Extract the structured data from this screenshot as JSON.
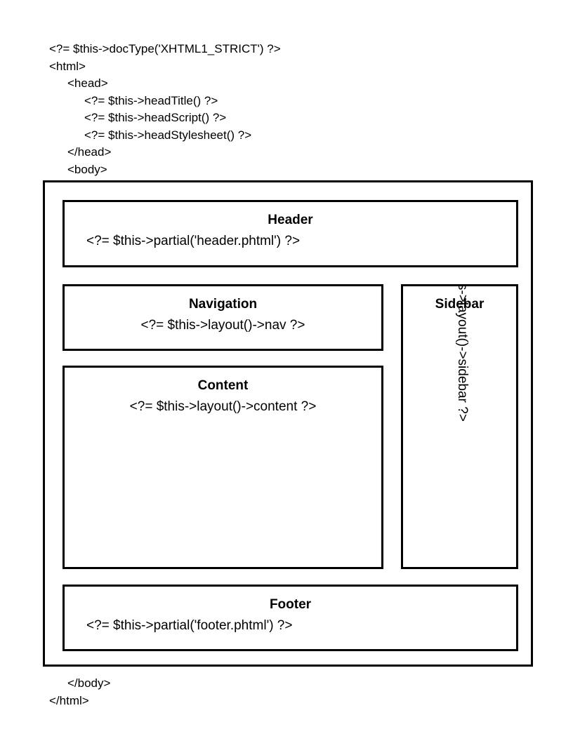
{
  "code_top": {
    "lines": [
      {
        "text": "<?= $this->docType('XHTML1_STRICT') ?>",
        "indent": 0
      },
      {
        "text": "<html>",
        "indent": 0
      },
      {
        "text": "<head>",
        "indent": 1
      },
      {
        "text": "<?= $this->headTitle() ?>",
        "indent": 2
      },
      {
        "text": "<?= $this->headScript() ?>",
        "indent": 2
      },
      {
        "text": "<?= $this->headStylesheet() ?>",
        "indent": 2
      },
      {
        "text": "</head>",
        "indent": 1
      },
      {
        "text": "<body>",
        "indent": 1
      }
    ]
  },
  "diagram": {
    "header": {
      "title": "Header",
      "code": "<?= $this->partial('header.phtml') ?>"
    },
    "navigation": {
      "title": "Navigation",
      "code": "<?= $this->layout()->nav ?>"
    },
    "content": {
      "title": "Content",
      "code": "<?= $this->layout()->content ?>"
    },
    "sidebar": {
      "title": "Sidebar",
      "code": "<?= $this->layout()->sidebar ?>"
    },
    "footer": {
      "title": "Footer",
      "code": "<?= $this->partial('footer.phtml') ?>"
    }
  },
  "code_bottom": {
    "lines": [
      {
        "text": "</body>",
        "indent": 1
      },
      {
        "text": "</html>",
        "indent": 0
      }
    ]
  },
  "colors": {
    "stroke": "#000000",
    "background": "#ffffff",
    "text": "#000000"
  }
}
